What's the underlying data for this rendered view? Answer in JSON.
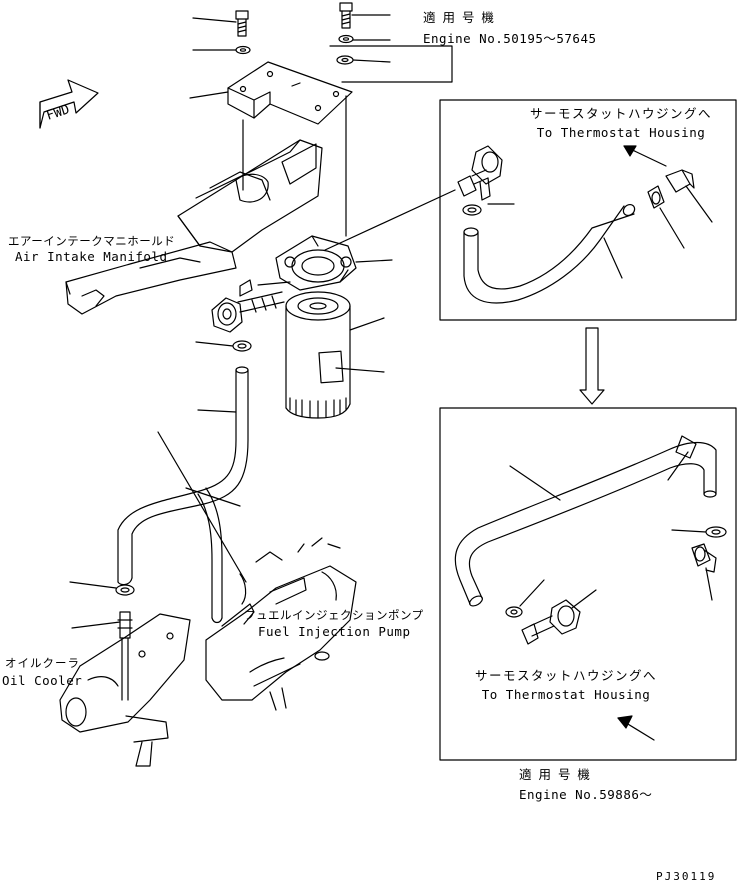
{
  "applicable_top": {
    "jp": "適 用 号 機",
    "en": "Engine No.50195～57645"
  },
  "fwd": {
    "label": "FWD"
  },
  "air_intake": {
    "jp": "エアーインテークマニホールド",
    "en": "Air Intake Manifold"
  },
  "thermostat_top": {
    "jp": "サーモスタットハウジングへ",
    "en": "To Thermostat Housing"
  },
  "thermostat_bottom": {
    "jp": "サーモスタットハウジングへ",
    "en": "To Thermostat Housing"
  },
  "fuel_pump": {
    "jp": "フュエルインジェクションポンプ",
    "en": "Fuel Injection Pump"
  },
  "oil_cooler": {
    "jp": "オイルクーラ",
    "en": "Oil Cooler"
  },
  "applicable_bottom": {
    "jp": "適 用 号 機",
    "en": "Engine No.59886～"
  },
  "drawing_number": "PJ30119",
  "icons": [
    "forward-arrow-icon",
    "bolt-icon",
    "washer-icon",
    "bracket-icon",
    "filter-cartridge-icon",
    "filter-head-icon",
    "hose-clamp-icon",
    "elbow-fitting-icon",
    "down-arrow-icon"
  ]
}
